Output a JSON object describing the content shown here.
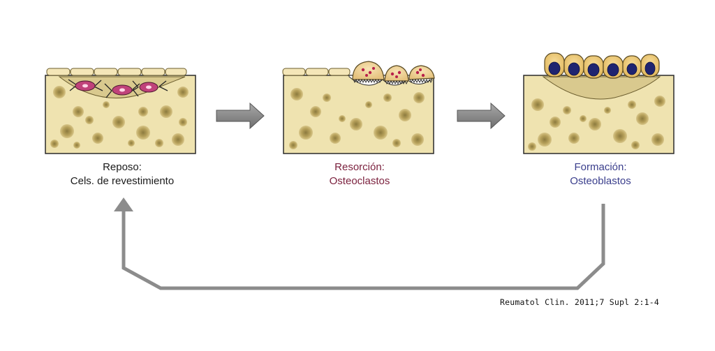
{
  "stages": [
    {
      "title": "Reposo:",
      "subtitle": "Cels. de revestimiento",
      "color": "#1a1a1a"
    },
    {
      "title": "Resorción:",
      "subtitle": "Osteoclastos",
      "color": "#7a1f3c"
    },
    {
      "title": "Formación:",
      "subtitle": "Osteoblastos",
      "color": "#3a3e8c"
    }
  ],
  "citation": "Reumatol Clin. 2011;7 Supl 2:1-4",
  "colors": {
    "bone": "#efe3b0",
    "bone_stroke": "#2a2a2a",
    "lacuna": "#c9b26a",
    "lacuna_dark": "#9a8748",
    "osteoid": "#d9c98e",
    "lining_cell": "#f4e6b8",
    "osteocyte": "#c0427a",
    "osteoclast": "#f2d9a0",
    "osteoclast_dots": "#b8204a",
    "osteoblast": "#f1d08a",
    "osteoblast_nucleus": "#1f2470",
    "arrow": "#8c8c8c",
    "cycle_line": "#8c8c8c"
  }
}
